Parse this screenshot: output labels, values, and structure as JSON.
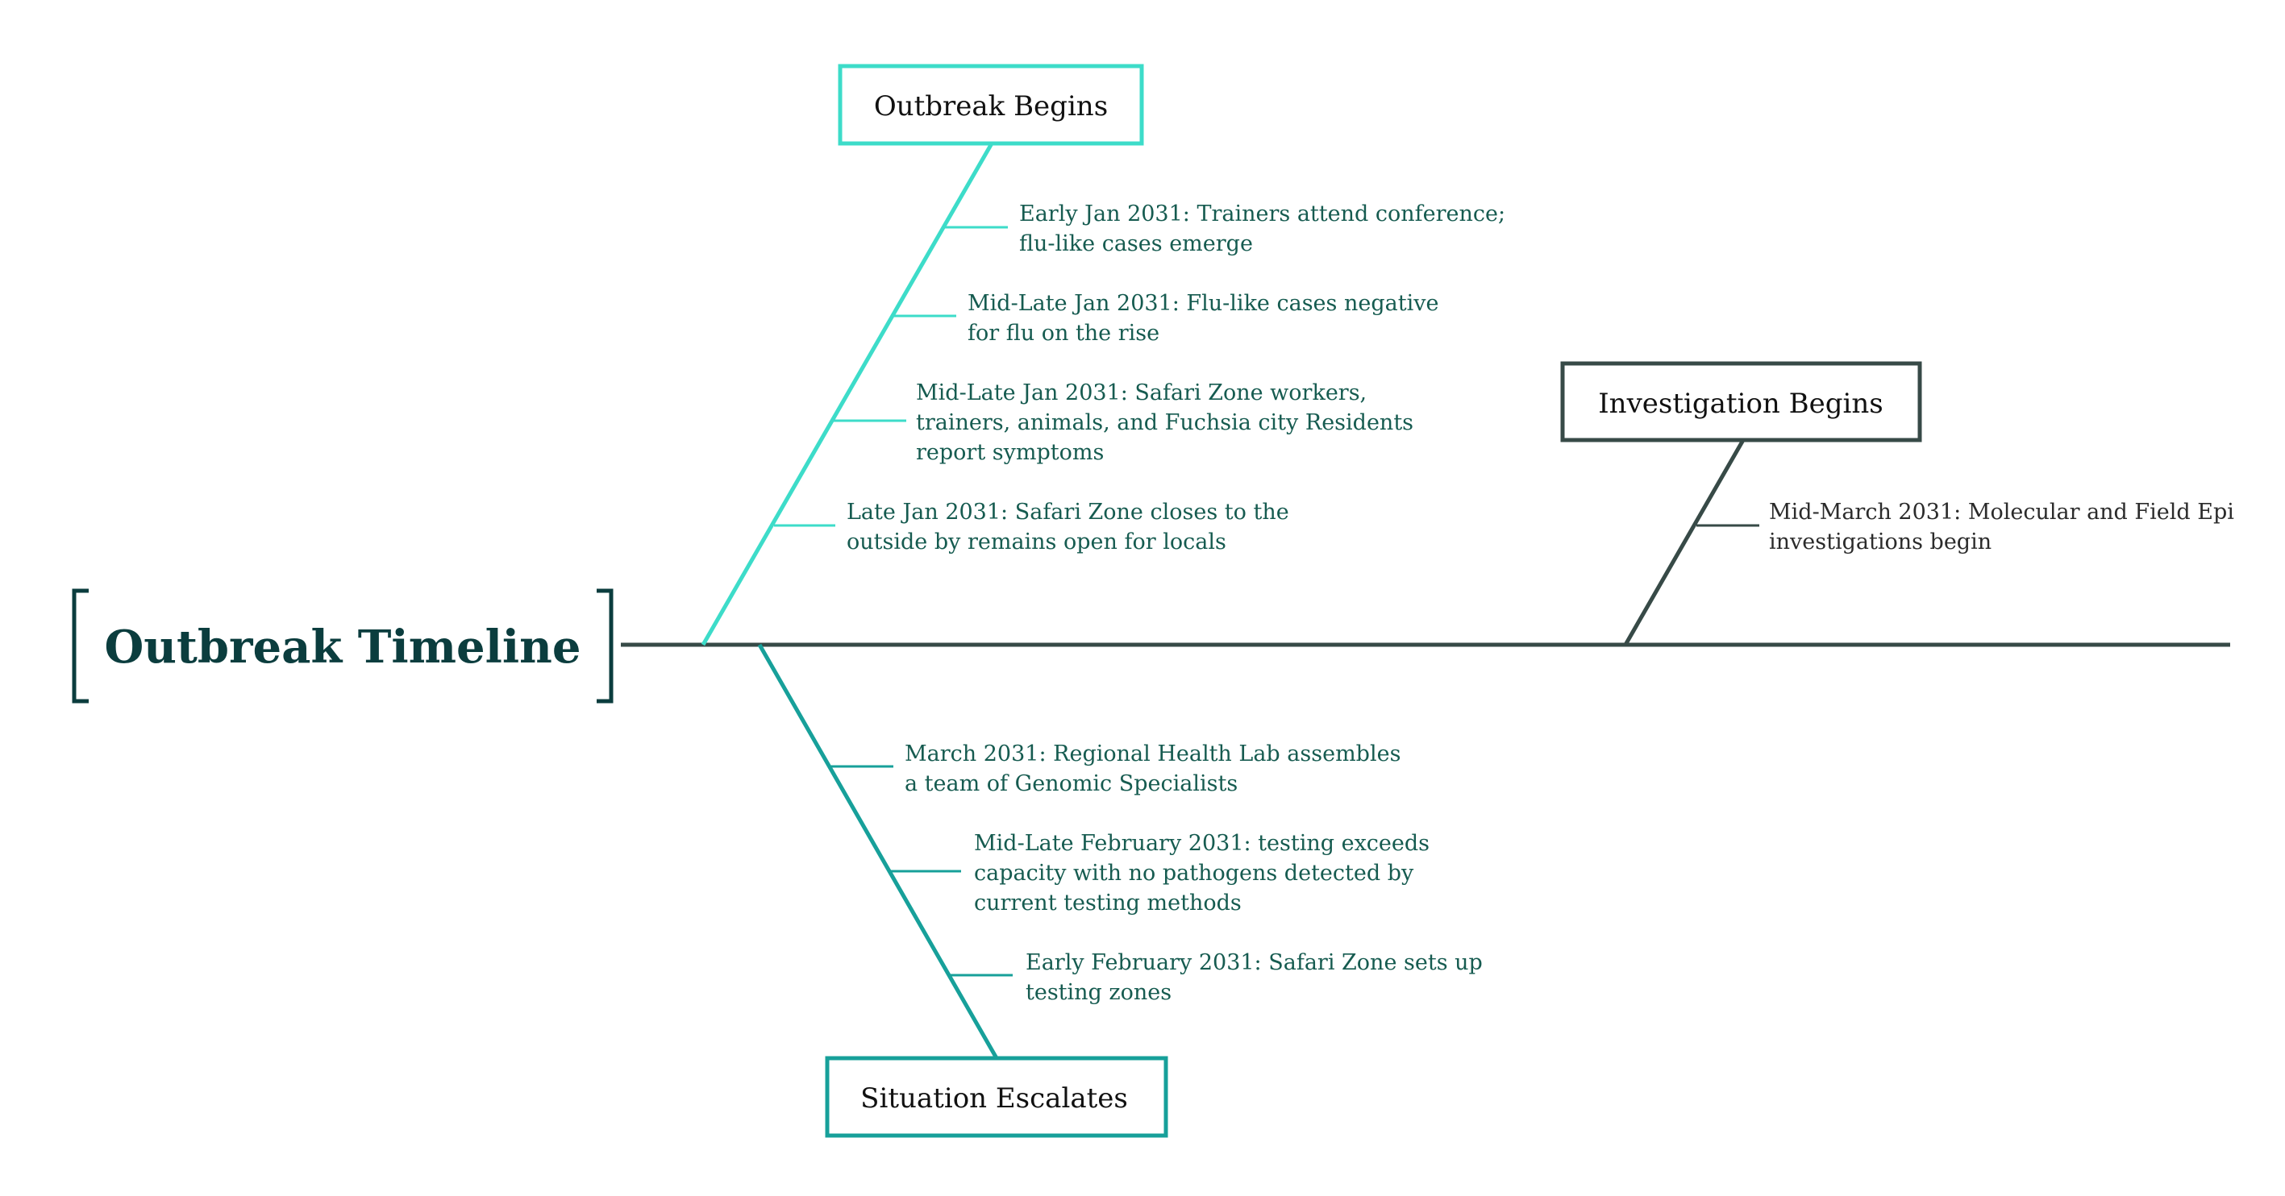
{
  "title": "Outbreak Timeline",
  "colors": {
    "spine": "#374a47",
    "outbreak": "#3ddcc9",
    "escalates": "#17a09a",
    "investigation": "#374a47"
  },
  "branches": {
    "outbreak": {
      "label": "Outbreak Begins",
      "events": [
        {
          "lines": [
            "Early Jan 2031: Trainers attend conference;",
            "flu-like cases emerge"
          ]
        },
        {
          "lines": [
            "Mid-Late Jan 2031: Flu-like cases negative",
            "for flu on the rise"
          ]
        },
        {
          "lines": [
            "Mid-Late Jan 2031: Safari Zone workers,",
            "trainers, animals, and Fuchsia city Residents",
            "report symptoms"
          ]
        },
        {
          "lines": [
            "Late Jan 2031: Safari Zone closes to the",
            "outside by remains open for locals"
          ]
        }
      ]
    },
    "escalates": {
      "label": "Situation Escalates",
      "events": [
        {
          "lines": [
            "March 2031: Regional Health Lab assembles",
            "a team of Genomic Specialists"
          ]
        },
        {
          "lines": [
            "Mid-Late February 2031: testing exceeds",
            "capacity with no pathogens detected by",
            "current testing methods"
          ]
        },
        {
          "lines": [
            "Early February 2031: Safari Zone sets up",
            "testing zones"
          ]
        }
      ]
    },
    "investigation": {
      "label": "Investigation Begins",
      "events": [
        {
          "lines": [
            "Mid-March 2031: Molecular and Field Epi",
            "investigations begin"
          ]
        }
      ]
    }
  }
}
